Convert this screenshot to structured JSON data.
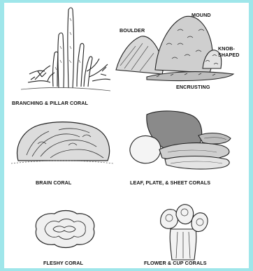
{
  "figure": {
    "labels": {
      "branching": "BRANCHING & PILLAR CORAL",
      "boulder": "BOULDER",
      "mound": "MOUND",
      "knob_line1": "KNOB-",
      "knob_line2": "SHAPED",
      "encrusting": "ENCRUSTING",
      "brain": "BRAIN CORAL",
      "leaf": "LEAF, PLATE, & SHEET CORALS",
      "fleshy": "FLESHY CORAL",
      "flower": "FLOWER & CUP CORALS"
    }
  }
}
